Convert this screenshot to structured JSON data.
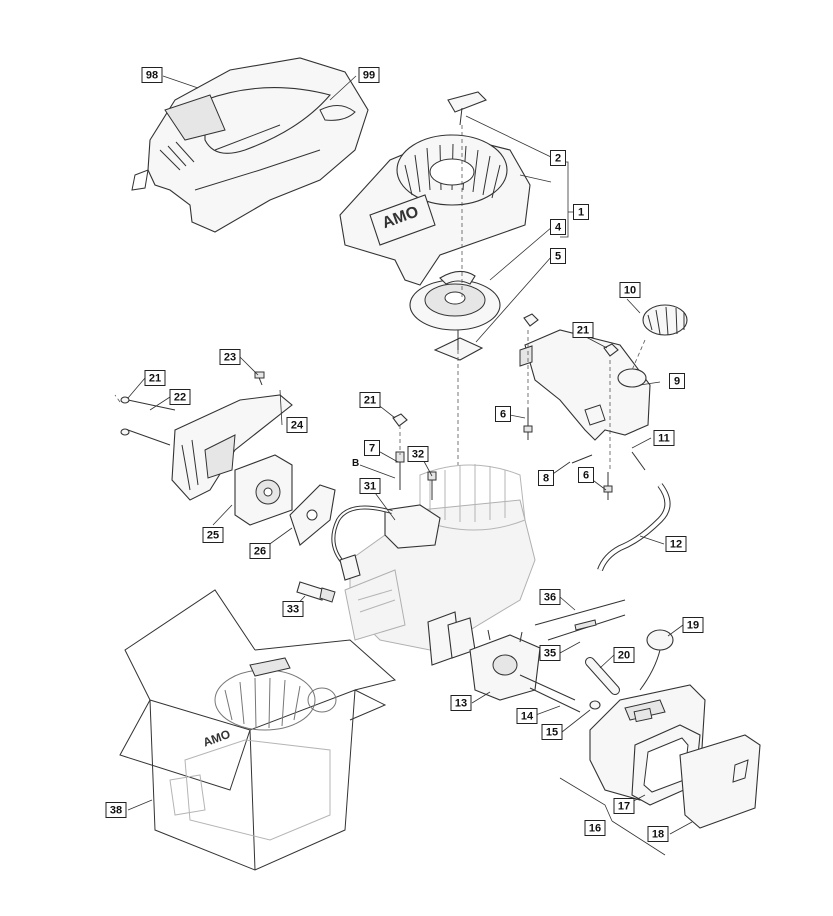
{
  "diagram": {
    "callouts": [
      "98",
      "99",
      "2",
      "1",
      "4",
      "5",
      "10",
      "21",
      "9",
      "23",
      "21",
      "22",
      "24",
      "21",
      "6",
      "11",
      "7",
      "32",
      "8",
      "6",
      "B",
      "31",
      "25",
      "26",
      "12",
      "33",
      "36",
      "19",
      "35",
      "20",
      "13",
      "14",
      "15",
      "38",
      "17",
      "16",
      "18"
    ],
    "brand_text": "AMO",
    "box_brand_text": "AMO",
    "section_marker": "B"
  }
}
